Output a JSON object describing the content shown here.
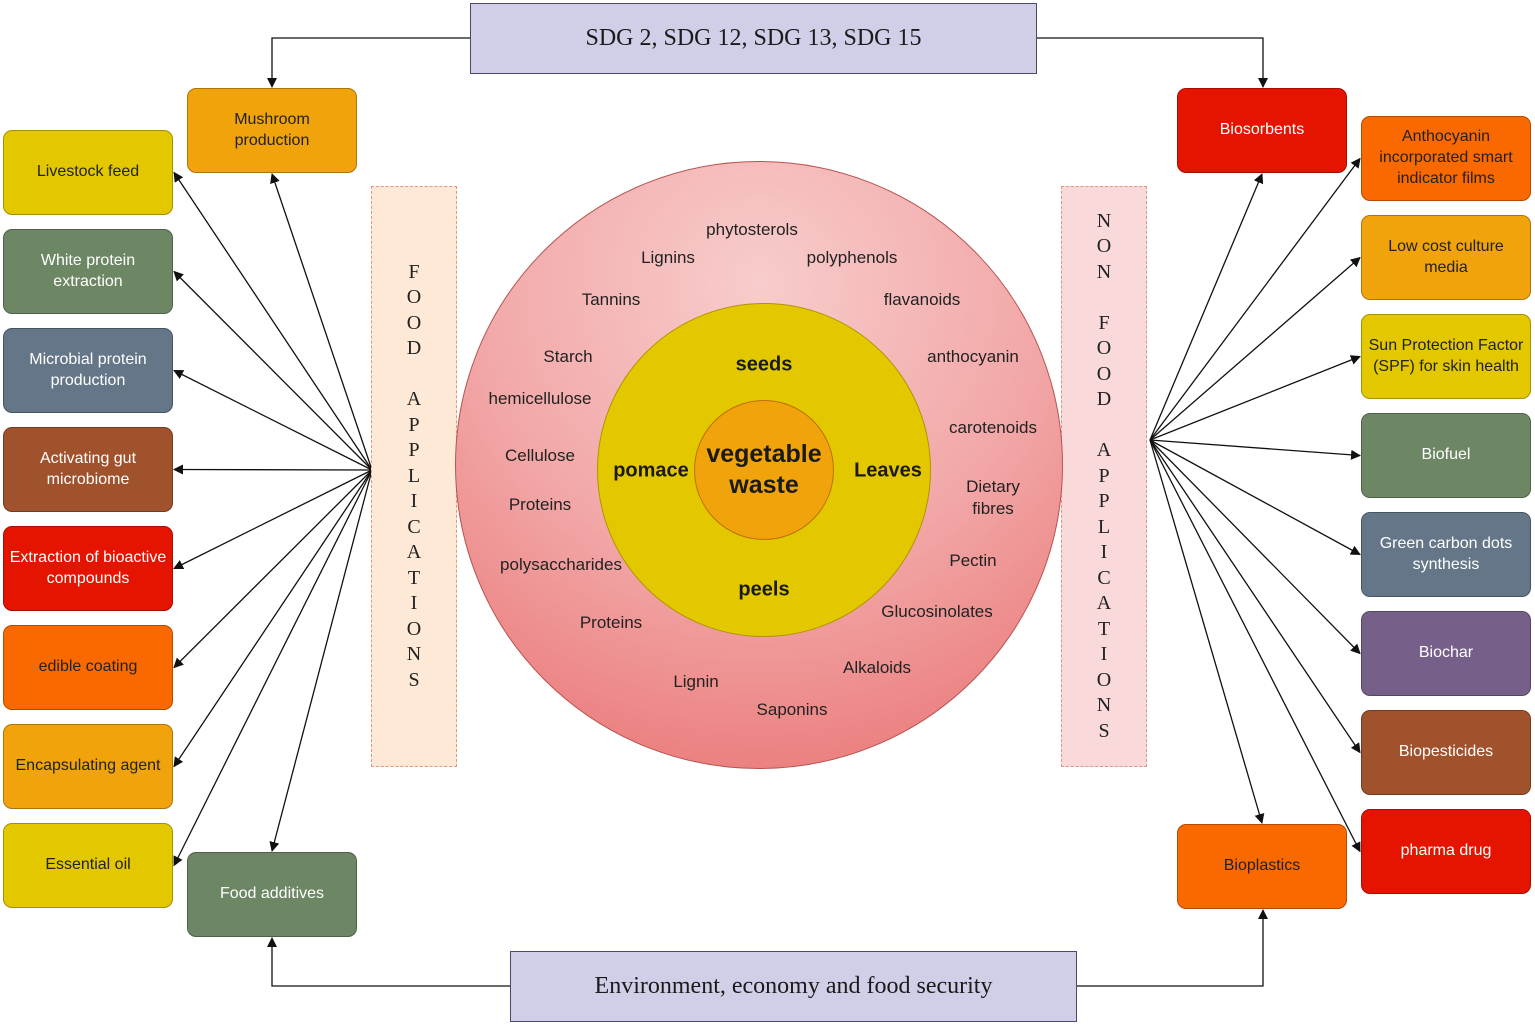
{
  "sdg_banner": "SDG 2, SDG 12, SDG 13, SDG 15",
  "bottom_banner": "Environment, economy and food security",
  "food_label": "FOOD APPLICATIONS",
  "nonfood_label": "NON FOOD APPLICATIONS",
  "core_label": "vegetable\nwaste",
  "middle_ring": [
    "seeds",
    "pomace",
    "Leaves",
    "peels"
  ],
  "outer_ring": [
    "phytosterols",
    "Lignins",
    "polyphenols",
    "Tannins",
    "flavanoids",
    "Starch",
    "anthocyanin",
    "hemicellulose",
    "carotenoids",
    "Cellulose",
    "Dietary\nfibres",
    "Proteins",
    "Pectin",
    "polysaccharides",
    "Glucosinolates",
    "Proteins",
    "Alkaloids",
    "Lignin",
    "Saponins"
  ],
  "food_main": [
    {
      "label": "Mushroom\nproduction",
      "color": "#f0a30a",
      "text_color": "#222222"
    },
    {
      "label": "Food additives",
      "color": "#6d8764",
      "text_color": "#ffffff"
    }
  ],
  "food_list": [
    {
      "label": "Livestock feed",
      "color": "#e3c800",
      "text_color": "#222222"
    },
    {
      "label": "White protein\nextraction",
      "color": "#6d8764",
      "text_color": "#ffffff"
    },
    {
      "label": "Microbial protein\nproduction",
      "color": "#647687",
      "text_color": "#ffffff"
    },
    {
      "label": "Activating gut\nmicrobiome",
      "color": "#a0522d",
      "text_color": "#ffffff"
    },
    {
      "label": "Extraction of bioactive\ncompounds",
      "color": "#e51400",
      "text_color": "#ffffff"
    },
    {
      "label": "edible coating",
      "color": "#fa6800",
      "text_color": "#222222"
    },
    {
      "label": "Encapsulating agent",
      "color": "#f0a30a",
      "text_color": "#222222"
    },
    {
      "label": "Essential oil",
      "color": "#e3c800",
      "text_color": "#222222"
    }
  ],
  "nonfood_main": [
    {
      "label": "Biosorbents",
      "color": "#e51400",
      "text_color": "#ffffff"
    },
    {
      "label": "Bioplastics",
      "color": "#fa6800",
      "text_color": "#222222"
    }
  ],
  "nonfood_list": [
    {
      "label": "Anthocyanin\nincorporated smart\nindicator films",
      "color": "#fa6800",
      "text_color": "#222222"
    },
    {
      "label": "Low cost culture\nmedia",
      "color": "#f0a30a",
      "text_color": "#222222"
    },
    {
      "label": "Sun Protection Factor\n(SPF) for skin  health",
      "color": "#e3c800",
      "text_color": "#222222"
    },
    {
      "label": "Biofuel",
      "color": "#6d8764",
      "text_color": "#ffffff"
    },
    {
      "label": "Green carbon dots\nsynthesis",
      "color": "#647687",
      "text_color": "#ffffff"
    },
    {
      "label": "Biochar",
      "color": "#76608a",
      "text_color": "#ffffff"
    },
    {
      "label": "Biopesticides",
      "color": "#a0522d",
      "text_color": "#ffffff"
    },
    {
      "label": "pharma drug",
      "color": "#e51400",
      "text_color": "#ffffff"
    }
  ]
}
